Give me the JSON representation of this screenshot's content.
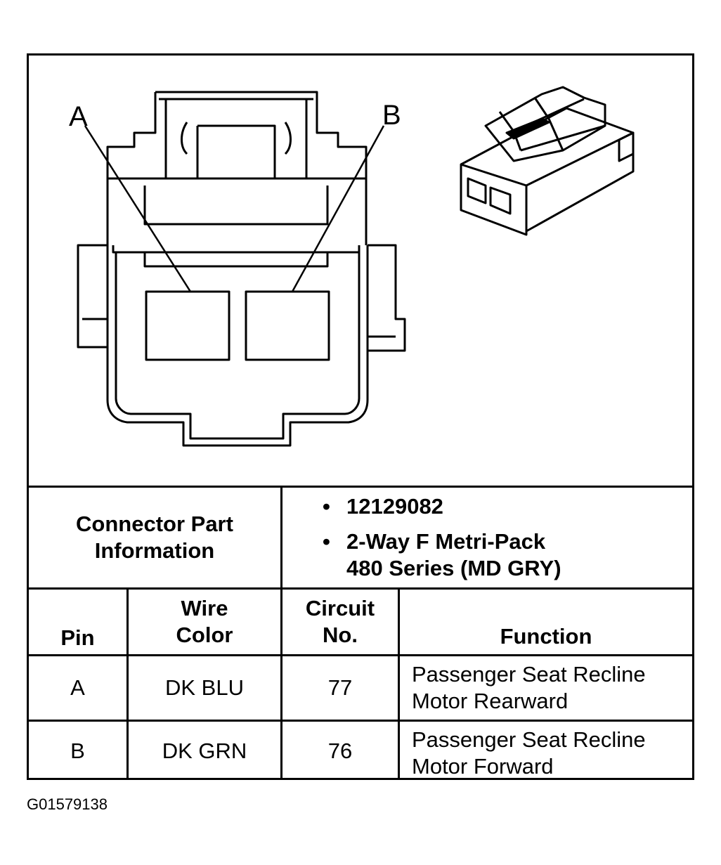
{
  "diagram": {
    "pin_label_a": "A",
    "pin_label_b": "B"
  },
  "info": {
    "label_line1": "Connector Part",
    "label_line2": "Information",
    "bullet": "•",
    "part_number": "12129082",
    "desc_line1": "2-Way F Metri-Pack",
    "desc_line2": "480 Series (MD GRY)"
  },
  "table": {
    "headers": {
      "pin": "Pin",
      "wire_color_1": "Wire",
      "wire_color_2": "Color",
      "circuit_1": "Circuit",
      "circuit_2": "No.",
      "function": "Function"
    },
    "rows": [
      {
        "pin": "A",
        "wire": "DK BLU",
        "circuit": "77",
        "function_1": "Passenger Seat Recline",
        "function_2": "Motor Rearward"
      },
      {
        "pin": "B",
        "wire": "DK GRN",
        "circuit": "76",
        "function_1": "Passenger Seat Recline",
        "function_2": "Motor Forward"
      }
    ]
  },
  "figure_id": "G01579138"
}
